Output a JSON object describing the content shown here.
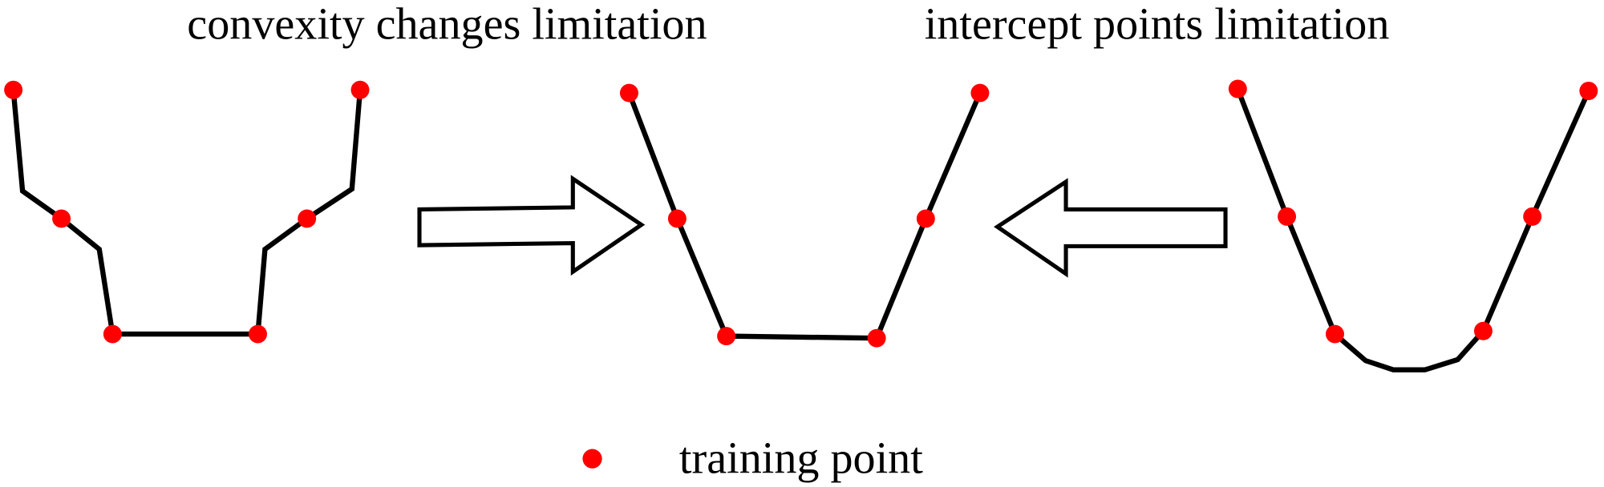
{
  "titles": {
    "left": "convexity changes limitation",
    "right": "intercept points limitation"
  },
  "legend": {
    "label": "training point"
  },
  "colors": {
    "point": "#ff0000",
    "line": "#000000"
  },
  "panels": [
    {
      "name": "convexity-changes-curve",
      "path": [
        [
          13,
          88
        ],
        [
          22,
          187
        ],
        [
          60,
          214
        ],
        [
          97,
          244
        ],
        [
          110,
          327
        ],
        [
          252,
          327
        ],
        [
          259,
          244
        ],
        [
          300,
          214
        ],
        [
          344,
          185
        ],
        [
          352,
          88
        ]
      ],
      "points": [
        [
          13,
          88
        ],
        [
          60,
          214
        ],
        [
          110,
          327
        ],
        [
          252,
          327
        ],
        [
          300,
          214
        ],
        [
          352,
          88
        ]
      ]
    },
    {
      "name": "target-curve",
      "path": [
        [
          615,
          91
        ],
        [
          662,
          214
        ],
        [
          710,
          329
        ],
        [
          857,
          331
        ],
        [
          905,
          214
        ],
        [
          958,
          91
        ]
      ],
      "points": [
        [
          615,
          91
        ],
        [
          662,
          214
        ],
        [
          710,
          329
        ],
        [
          857,
          331
        ],
        [
          905,
          214
        ],
        [
          958,
          91
        ]
      ]
    },
    {
      "name": "intercept-points-curve",
      "path": [
        [
          1210,
          87
        ],
        [
          1258,
          212
        ],
        [
          1305,
          327
        ],
        [
          1335,
          353
        ],
        [
          1362,
          362
        ],
        [
          1393,
          362
        ],
        [
          1425,
          352
        ],
        [
          1450,
          324
        ],
        [
          1498,
          212
        ],
        [
          1553,
          89
        ]
      ],
      "points": [
        [
          1210,
          87
        ],
        [
          1258,
          212
        ],
        [
          1305,
          327
        ],
        [
          1450,
          324
        ],
        [
          1498,
          212
        ],
        [
          1553,
          89
        ]
      ]
    }
  ]
}
